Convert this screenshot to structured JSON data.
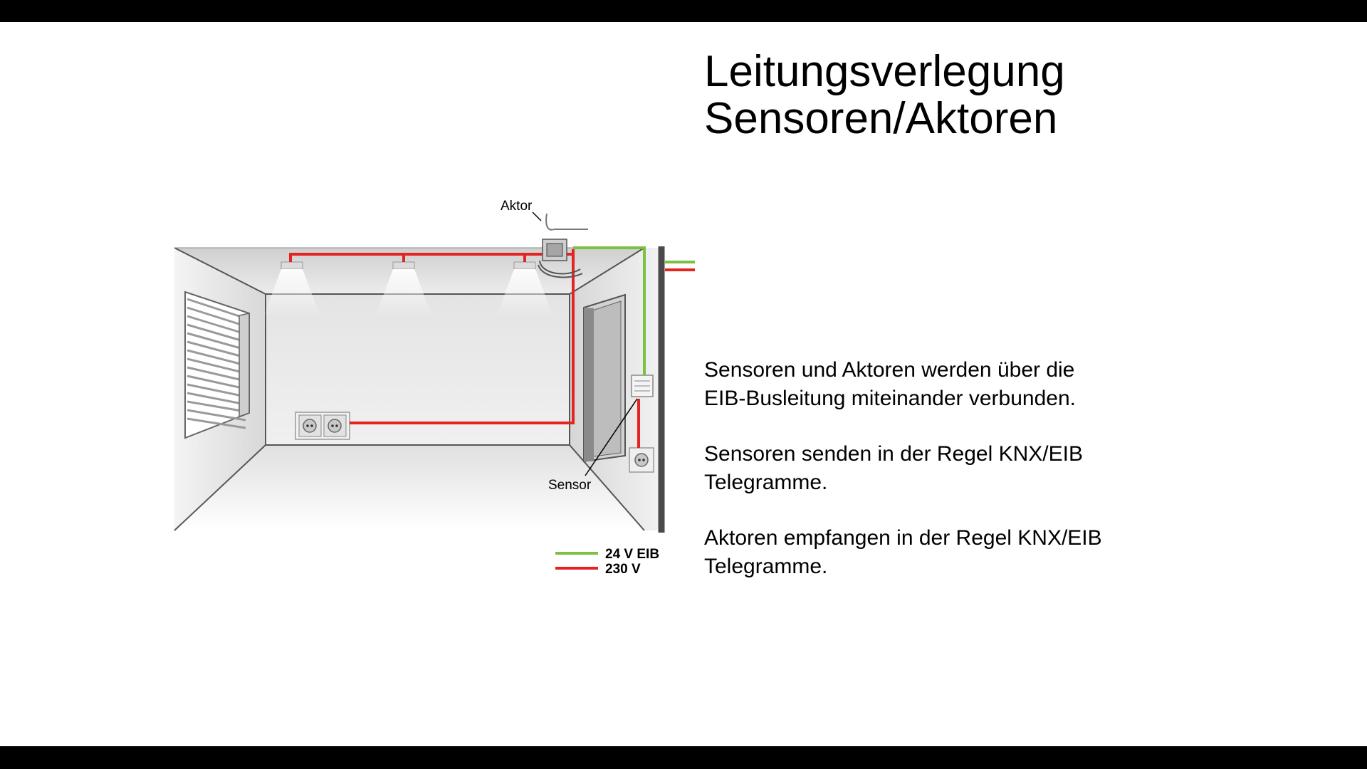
{
  "slide": {
    "title_line1": "Leitungsverlegung",
    "title_line2": "Sensoren/Aktoren",
    "paragraphs": [
      {
        "line1": "Sensoren und Aktoren werden über die",
        "line2": "EIB-Busleitung miteinander verbunden."
      },
      {
        "line1": "Sensoren senden in der Regel KNX/EIB",
        "line2": "Telegramme."
      },
      {
        "line1": "Aktoren empfangen in der Regel KNX/EIB",
        "line2": "Telegramme."
      }
    ]
  },
  "diagram": {
    "labels": {
      "aktor": "Aktor",
      "sensor": "Sensor"
    },
    "legend": [
      {
        "label": "24 V EIB",
        "color": "#7dc142"
      },
      {
        "label": "230 V",
        "color": "#e52421"
      }
    ],
    "colors": {
      "bus": "#7dc142",
      "power": "#e52421",
      "wall_line": "#4a4a4a"
    }
  }
}
